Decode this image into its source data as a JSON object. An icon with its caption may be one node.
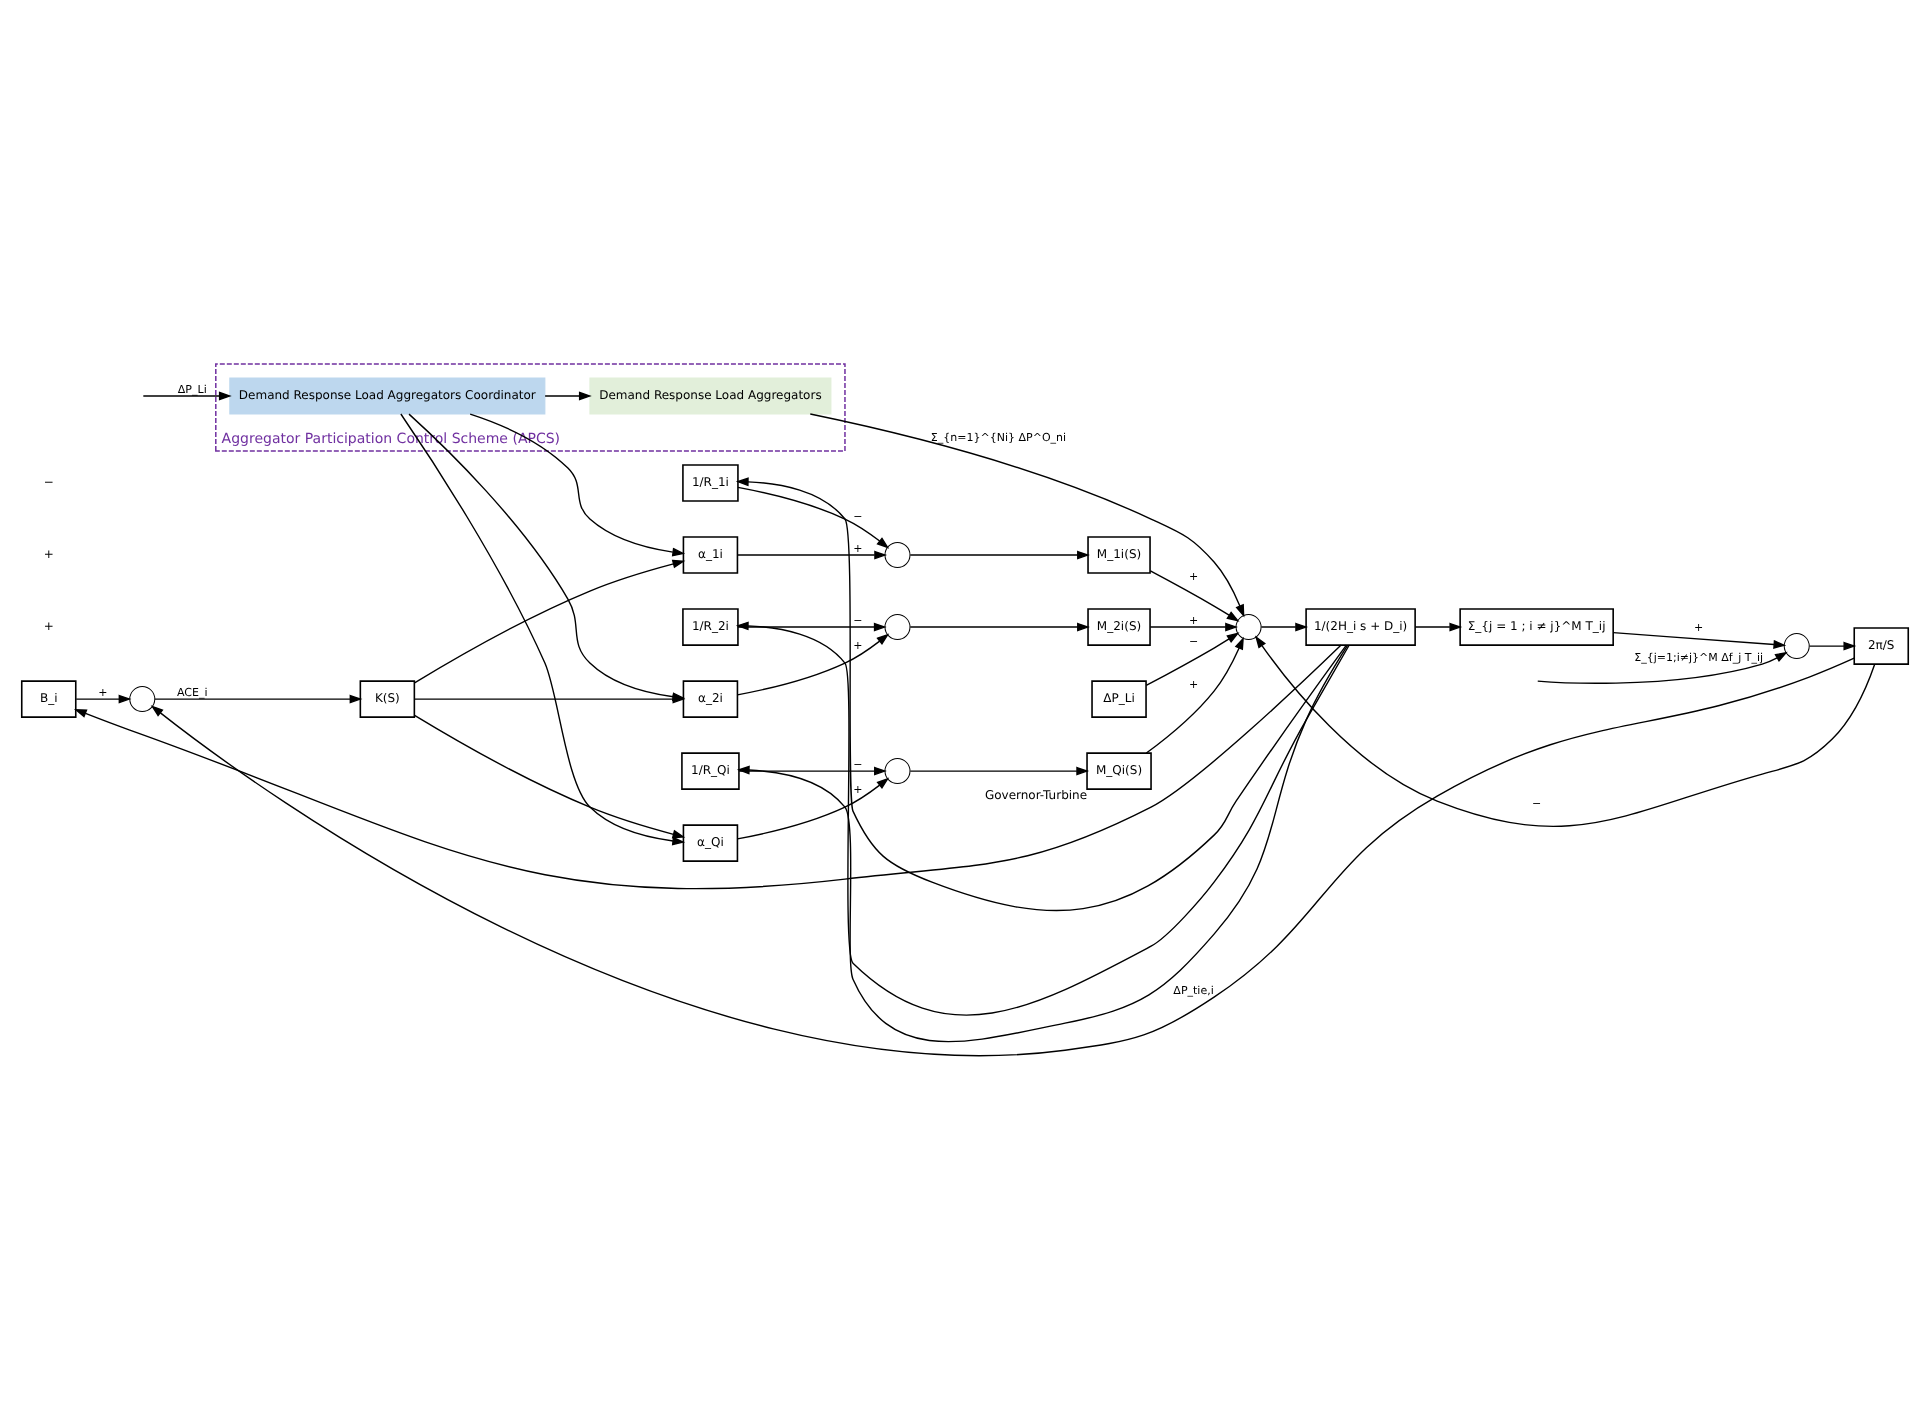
{
  "diagram": {
    "nodes": [
      {
        "text": [
          "B_i"
        ]
      },
      {
        "text": [],
        "shape": "circle"
      },
      {
        "text": [
          "K(S)"
        ]
      },
      {
        "text": [
          "α_1i"
        ]
      },
      {
        "text": [
          "α_2i"
        ]
      },
      {
        "text": [
          "α_Qi"
        ]
      },
      {
        "text": [
          "1/R_1i"
        ]
      },
      {
        "text": [
          "1/R_2i"
        ]
      },
      {
        "text": [
          "1/R_Qi"
        ]
      },
      {
        "text": [],
        "shape": "circle"
      },
      {
        "text": [],
        "shape": "circle"
      },
      {
        "text": [],
        "shape": "circle"
      },
      {
        "text": [
          "M_1i(S)"
        ]
      },
      {
        "text": [
          "M_2i(S)"
        ]
      },
      {
        "text": [
          "M_Qi(S)"
        ],
        "beside": [
          "Governor-Turbine"
        ]
      },
      {
        "text": [
          "ΔP_Li"
        ]
      },
      {
        "text": [],
        "shape": "circle"
      },
      {
        "text": [
          "1/(2H_i s + D_i)"
        ]
      },
      {
        "text": [
          "Aggregator Participation Control Scheme (APCS)"
        ]
      },
      {
        "text": [
          "Demand Response Load Aggregators Coordinator"
        ],
        "in": 18
      },
      {
        "text": [
          "Demand Response Load Aggregators"
        ],
        "in": 18
      },
      {
        "text": [
          "Σ_{j = 1 ; i ≠ j}^M T_ij"
        ]
      },
      {
        "text": [],
        "shape": "circle"
      },
      {
        "text": [
          "2π/S"
        ]
      }
    ],
    "edges": [
      {
        "from": 17,
        "to": 6,
        "arrow": "to"
      },
      {
        "from": 17,
        "to": 7,
        "arrow": "to"
      },
      {
        "from": 17,
        "to": 8,
        "arrow": "to"
      },
      {
        "from": 17,
        "to": 0,
        "arrow": "to"
      },
      {
        "from": 17,
        "to": 21,
        "arrow": "to"
      },
      {
        "from": 0,
        "to": 1,
        "arrow": "to",
        "label": "+"
      },
      {
        "from": 1,
        "to": 2,
        "arrow": "to",
        "label": "ACE_i"
      },
      {
        "from": 2,
        "to": 3,
        "arrow": "to"
      },
      {
        "from": 2,
        "to": 4,
        "arrow": "to"
      },
      {
        "from": 2,
        "to": 5,
        "arrow": "to"
      },
      {
        "from": 19,
        "to": 3,
        "arrow": "to"
      },
      {
        "from": 19,
        "to": 4,
        "arrow": "to"
      },
      {
        "from": 19,
        "to": 5,
        "arrow": "to"
      },
      {
        "from": 6,
        "to": 9,
        "arrow": "to",
        "label": "−"
      },
      {
        "from": 3,
        "to": 9,
        "arrow": "to",
        "label": "+"
      },
      {
        "from": 7,
        "to": 10,
        "arrow": "to",
        "label": "−"
      },
      {
        "from": 4,
        "to": 10,
        "arrow": "to",
        "label": "+"
      },
      {
        "from": 8,
        "to": 11,
        "arrow": "to",
        "label": "−"
      },
      {
        "from": 5,
        "to": 11,
        "arrow": "to",
        "label": "+"
      },
      {
        "from": 9,
        "to": 12,
        "arrow": "to"
      },
      {
        "from": 10,
        "to": 13,
        "arrow": "to"
      },
      {
        "from": 11,
        "to": 14,
        "arrow": "to"
      },
      {
        "from": 12,
        "to": 16,
        "arrow": "to",
        "label": "+"
      },
      {
        "from": 13,
        "to": 16,
        "arrow": "to",
        "label": "+"
      },
      {
        "from": 14,
        "to": 16,
        "arrow": "to",
        "label": "+"
      },
      {
        "from": 15,
        "to": 16,
        "arrow": "to",
        "label": "−"
      },
      {
        "from": 20,
        "to": 16,
        "arrow": "to",
        "label": "Σ_{n=1}^{Ni} ΔP^O_ni"
      },
      {
        "from": 23,
        "to": 16,
        "arrow": "to",
        "label": "−"
      },
      {
        "from": 16,
        "to": 17,
        "arrow": "to"
      },
      {
        "from": null,
        "to": 19,
        "arrow": "to",
        "label": "ΔP_Li"
      },
      {
        "from": 19,
        "to": 20,
        "arrow": "to"
      },
      {
        "from": 21,
        "to": 22,
        "arrow": "to",
        "label": "+"
      },
      {
        "from": null,
        "to": 22,
        "arrow": "to",
        "label": "Σ_{j=1;i≠j}^M Δf_j T_ij"
      },
      {
        "from": 22,
        "to": 23,
        "arrow": "to"
      },
      {
        "from": 23,
        "to": 1,
        "arrow": "to",
        "label": "ΔP_tie,i"
      }
    ],
    "labels": [
      "+",
      "+",
      "−"
    ]
  }
}
